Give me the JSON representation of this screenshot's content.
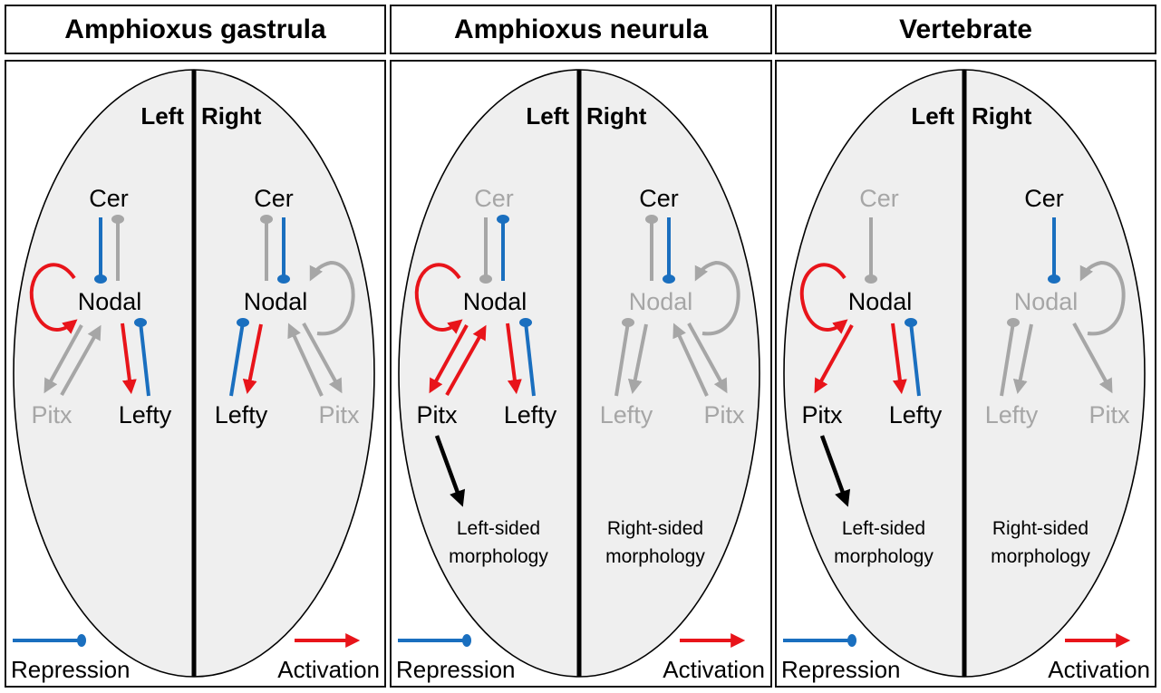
{
  "colors": {
    "repression": "#1a6fbf",
    "activation": "#e8141a",
    "inactive": "#a6a6a6",
    "active_text": "#000000",
    "inactive_text": "#a6a6a6",
    "embryo_fill": "#efefef",
    "outline": "#000000"
  },
  "panels": [
    {
      "title": "Amphioxus gastrula",
      "left_label": "Left",
      "right_label": "Right",
      "legend": {
        "repression": "Repression",
        "activation": "Activation"
      },
      "nodes": {
        "left": {
          "cer": {
            "text": "Cer",
            "active": true
          },
          "nodal": {
            "text": "Nodal",
            "active": true
          },
          "pitx": {
            "text": "Pitx",
            "active": false
          },
          "lefty": {
            "text": "Lefty",
            "active": true
          }
        },
        "right": {
          "cer": {
            "text": "Cer",
            "active": true
          },
          "nodal": {
            "text": "Nodal",
            "active": true
          },
          "pitx": {
            "text": "Pitx",
            "active": false
          },
          "lefty": {
            "text": "Lefty",
            "active": true
          }
        }
      },
      "morphology": null
    },
    {
      "title": "Amphioxus neurula",
      "left_label": "Left",
      "right_label": "Right",
      "legend": {
        "repression": "Repression",
        "activation": "Activation"
      },
      "nodes": {
        "left": {
          "cer": {
            "text": "Cer",
            "active": false
          },
          "nodal": {
            "text": "Nodal",
            "active": true
          },
          "pitx": {
            "text": "Pitx",
            "active": true
          },
          "lefty": {
            "text": "Lefty",
            "active": true
          }
        },
        "right": {
          "cer": {
            "text": "Cer",
            "active": true
          },
          "nodal": {
            "text": "Nodal",
            "active": false
          },
          "pitx": {
            "text": "Pitx",
            "active": false
          },
          "lefty": {
            "text": "Lefty",
            "active": false
          }
        }
      },
      "morphology": {
        "left": [
          "Left-sided",
          "morphology"
        ],
        "right": [
          "Right-sided",
          "morphology"
        ]
      }
    },
    {
      "title": "Vertebrate",
      "left_label": "Left",
      "right_label": "Right",
      "legend": {
        "repression": "Repression",
        "activation": "Activation"
      },
      "nodes": {
        "left": {
          "cer": {
            "text": "Cer",
            "active": false
          },
          "nodal": {
            "text": "Nodal",
            "active": true
          },
          "pitx": {
            "text": "Pitx",
            "active": true
          },
          "lefty": {
            "text": "Lefty",
            "active": true
          }
        },
        "right": {
          "cer": {
            "text": "Cer",
            "active": true
          },
          "nodal": {
            "text": "Nodal",
            "active": false
          },
          "pitx": {
            "text": "Pitx",
            "active": false
          },
          "lefty": {
            "text": "Lefty",
            "active": false
          }
        }
      },
      "morphology": {
        "left": [
          "Left-sided",
          "morphology"
        ],
        "right": [
          "Right-sided",
          "morphology"
        ]
      }
    }
  ],
  "edges": [
    [
      {
        "side": "left",
        "from": "cer",
        "to": "nodal",
        "type": "repression",
        "state": "active"
      },
      {
        "side": "left",
        "from": "nodal",
        "to": "cer",
        "type": "repression",
        "state": "inactive"
      },
      {
        "side": "left",
        "from": "nodal",
        "to": "nodal",
        "type": "activation",
        "state": "active"
      },
      {
        "side": "left",
        "from": "nodal",
        "to": "pitx",
        "type": "activation",
        "state": "inactive"
      },
      {
        "side": "left",
        "from": "pitx",
        "to": "nodal",
        "type": "activation",
        "state": "inactive"
      },
      {
        "side": "left",
        "from": "nodal",
        "to": "lefty",
        "type": "activation",
        "state": "active"
      },
      {
        "side": "left",
        "from": "lefty",
        "to": "nodal",
        "type": "repression",
        "state": "active"
      },
      {
        "side": "right",
        "from": "nodal",
        "to": "cer",
        "type": "repression",
        "state": "inactive"
      },
      {
        "side": "right",
        "from": "cer",
        "to": "nodal",
        "type": "repression",
        "state": "active"
      },
      {
        "side": "right",
        "from": "nodal",
        "to": "nodal",
        "type": "activation",
        "state": "inactive"
      },
      {
        "side": "right",
        "from": "lefty",
        "to": "nodal",
        "type": "repression",
        "state": "active"
      },
      {
        "side": "right",
        "from": "nodal",
        "to": "lefty",
        "type": "activation",
        "state": "active"
      },
      {
        "side": "right",
        "from": "pitx",
        "to": "nodal",
        "type": "activation",
        "state": "inactive"
      },
      {
        "side": "right",
        "from": "nodal",
        "to": "pitx",
        "type": "activation",
        "state": "inactive"
      }
    ],
    [
      {
        "side": "left",
        "from": "cer",
        "to": "nodal",
        "type": "repression",
        "state": "inactive"
      },
      {
        "side": "left",
        "from": "nodal",
        "to": "cer",
        "type": "repression",
        "state": "active"
      },
      {
        "side": "left",
        "from": "nodal",
        "to": "nodal",
        "type": "activation",
        "state": "active"
      },
      {
        "side": "left",
        "from": "nodal",
        "to": "pitx",
        "type": "activation",
        "state": "active"
      },
      {
        "side": "left",
        "from": "pitx",
        "to": "nodal",
        "type": "activation",
        "state": "active"
      },
      {
        "side": "left",
        "from": "nodal",
        "to": "lefty",
        "type": "activation",
        "state": "active"
      },
      {
        "side": "left",
        "from": "lefty",
        "to": "nodal",
        "type": "repression",
        "state": "active"
      },
      {
        "side": "left",
        "from": "pitx",
        "to": "morphology",
        "type": "output",
        "state": "active"
      },
      {
        "side": "right",
        "from": "nodal",
        "to": "cer",
        "type": "repression",
        "state": "inactive"
      },
      {
        "side": "right",
        "from": "cer",
        "to": "nodal",
        "type": "repression",
        "state": "active"
      },
      {
        "side": "right",
        "from": "nodal",
        "to": "nodal",
        "type": "activation",
        "state": "inactive"
      },
      {
        "side": "right",
        "from": "lefty",
        "to": "nodal",
        "type": "repression",
        "state": "inactive"
      },
      {
        "side": "right",
        "from": "nodal",
        "to": "lefty",
        "type": "activation",
        "state": "inactive"
      },
      {
        "side": "right",
        "from": "pitx",
        "to": "nodal",
        "type": "activation",
        "state": "inactive"
      },
      {
        "side": "right",
        "from": "nodal",
        "to": "pitx",
        "type": "activation",
        "state": "inactive"
      }
    ],
    [
      {
        "side": "left",
        "from": "cer",
        "to": "nodal",
        "type": "repression",
        "state": "inactive"
      },
      {
        "side": "left",
        "from": "nodal",
        "to": "nodal",
        "type": "activation",
        "state": "active"
      },
      {
        "side": "left",
        "from": "nodal",
        "to": "pitx",
        "type": "activation",
        "state": "active"
      },
      {
        "side": "left",
        "from": "nodal",
        "to": "lefty",
        "type": "activation",
        "state": "active"
      },
      {
        "side": "left",
        "from": "lefty",
        "to": "nodal",
        "type": "repression",
        "state": "active"
      },
      {
        "side": "left",
        "from": "pitx",
        "to": "morphology",
        "type": "output",
        "state": "active"
      },
      {
        "side": "right",
        "from": "cer",
        "to": "nodal",
        "type": "repression",
        "state": "active"
      },
      {
        "side": "right",
        "from": "nodal",
        "to": "nodal",
        "type": "activation",
        "state": "inactive"
      },
      {
        "side": "right",
        "from": "lefty",
        "to": "nodal",
        "type": "repression",
        "state": "inactive"
      },
      {
        "side": "right",
        "from": "nodal",
        "to": "lefty",
        "type": "activation",
        "state": "inactive"
      },
      {
        "side": "right",
        "from": "nodal",
        "to": "pitx",
        "type": "activation",
        "state": "inactive"
      }
    ]
  ]
}
